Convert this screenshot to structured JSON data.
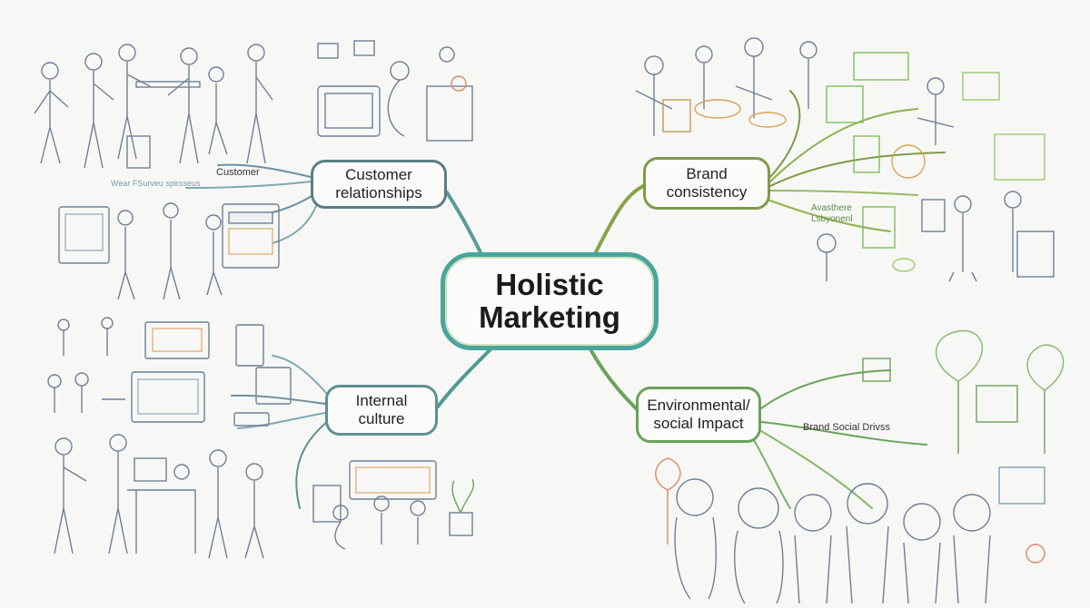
{
  "center": {
    "line1": "Holistic",
    "line2": "Marketing"
  },
  "branches": {
    "customer": {
      "line1": "Customer",
      "line2": "relationships"
    },
    "brand": {
      "line1": "Brand",
      "line2": "consistency"
    },
    "internal": {
      "line1": "Internal",
      "line2": "culture"
    },
    "environmental": {
      "line1": "Environmental/",
      "line2": "social Impact"
    }
  },
  "labels": {
    "customer_tag": "Customer",
    "customer_faint": "Wear FSurveu spirsseus",
    "brand_tag_line1": "Avasthere",
    "brand_tag_line2": "Lsbyonenl",
    "env_tag": "Brand Social Drivss"
  },
  "colors": {
    "teal": "#4aa59c",
    "slate": "#5b7f86",
    "olive": "#7f9a4a",
    "green": "#6aa35a",
    "sketch": "#6f7f95"
  }
}
